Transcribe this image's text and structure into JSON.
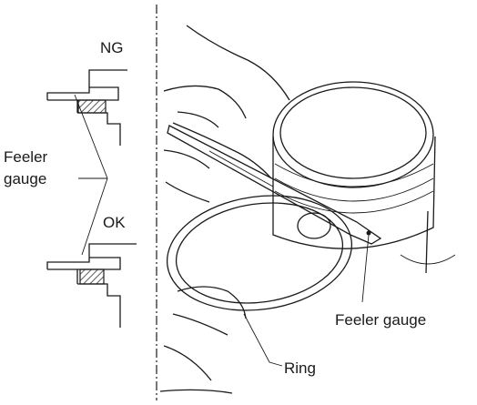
{
  "labels": {
    "ng": "NG",
    "ok": "OK",
    "feeler_left_line1": "Feeler",
    "feeler_left_line2": "gauge",
    "feeler_right": "Feeler gauge",
    "ring": "Ring"
  },
  "colors": {
    "ink": "#1a1a1a",
    "paper": "#ffffff"
  }
}
